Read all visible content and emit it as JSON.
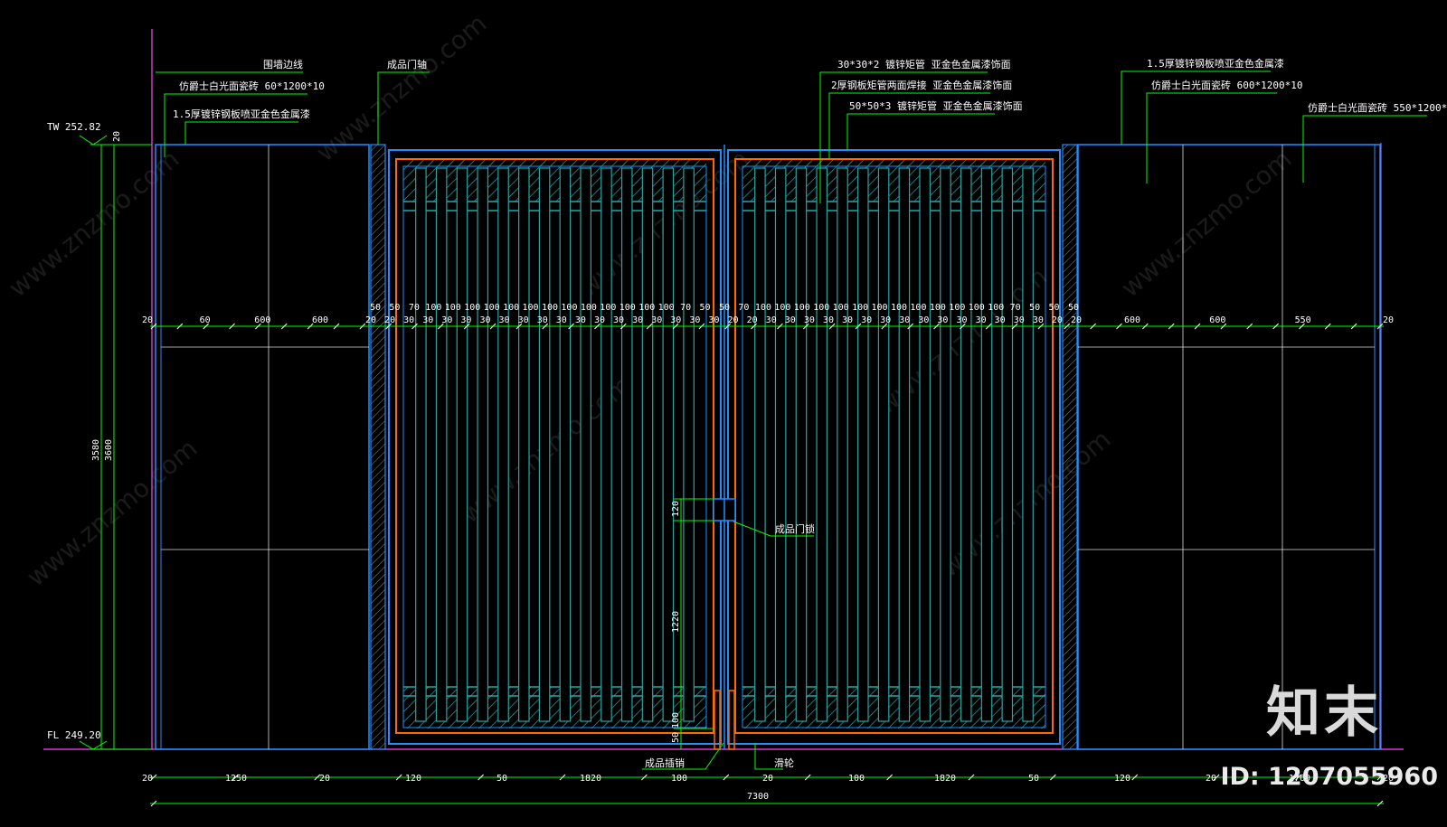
{
  "level_marks": {
    "top": "TW 252.82",
    "bottom": "FL 249.20"
  },
  "annotations": {
    "wall_edge": "围墙边线",
    "side_stone": "仿爵士白光面瓷砖 60*1200*10",
    "side_panel": "1.5厚镀锌钢板喷亚金色金属漆",
    "door_shaft": "成品门轴",
    "tube_30": "30*30*2 镀锌矩管 亚金色金属漆饰面",
    "plate_2": "2厚钢板矩管两面焊接 亚金色金属漆饰面",
    "tube_50": "50*50*3 镀锌矩管 亚金色金属漆饰面",
    "right_panel": "1.5厚镀锌钢板喷亚金色金属漆",
    "right_stone1": "仿爵士白光面瓷砖 600*1200*10",
    "right_stone2": "仿爵士白光面瓷砖 550*1200*",
    "lock": "成品门锁",
    "floor_bolt": "成品插销",
    "wheel": "滑轮"
  },
  "left_heights": [
    "3580",
    "3600",
    "20"
  ],
  "top_row_left": [
    "20",
    "60",
    "600",
    "600"
  ],
  "top_row_door": [
    "50",
    "50",
    "70",
    "100",
    "100",
    "100",
    "100",
    "100",
    "100",
    "100",
    "100",
    "100",
    "100",
    "100",
    "100",
    "100",
    "70",
    "50",
    "50",
    "70",
    "100",
    "100",
    "100",
    "100",
    "100",
    "100",
    "100",
    "100",
    "100",
    "100",
    "100",
    "100",
    "100",
    "70",
    "50",
    "50",
    "50"
  ],
  "top_row_door_small": [
    "20",
    "20",
    "30",
    "30",
    "30",
    "30",
    "30",
    "30",
    "30",
    "30",
    "30",
    "30",
    "30",
    "30",
    "30",
    "30",
    "30",
    "30",
    "30",
    "20",
    "20",
    "30",
    "30",
    "30",
    "30",
    "30",
    "30",
    "30",
    "30",
    "30",
    "30",
    "30",
    "30",
    "30",
    "30",
    "30",
    "20",
    "20"
  ],
  "top_row_right": [
    "600",
    "600",
    "550",
    "20"
  ],
  "lock_dims": [
    "120",
    "1220",
    "50",
    "100"
  ],
  "bottom_row": [
    "20",
    "1250",
    "20",
    "120",
    "50",
    "1820",
    "100",
    "20",
    "100",
    "1820",
    "50",
    "120",
    "20",
    "1760",
    "20"
  ],
  "total_width": "7300",
  "watermark": "www.znzmo.com",
  "brand": "知末",
  "id_label": "ID: 1207055960",
  "colors": {
    "background": "#000000",
    "dimension": "#00ff00",
    "frame": "#0055ff",
    "frame_light": "#1e90ff",
    "inner_frame": "#ff6a00",
    "hatch": "#22a7a7",
    "border_line": "#ff44ff",
    "text": "#ffffff"
  }
}
